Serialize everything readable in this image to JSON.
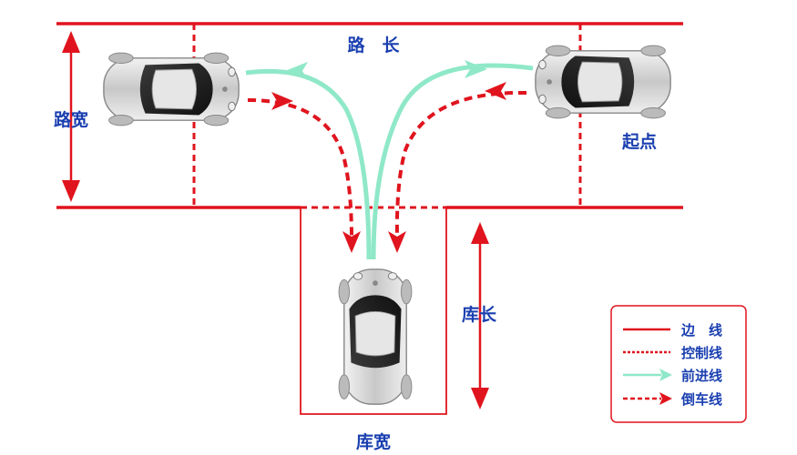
{
  "labels": {
    "road_length": "路　长",
    "road_width": "路宽",
    "start": "起点",
    "garage_length": "库长",
    "garage_width": "库宽"
  },
  "legend": {
    "items": [
      {
        "label": "边　线",
        "style": "solid-edge-line"
      },
      {
        "label": "控制线",
        "style": "dotted-control-line"
      },
      {
        "label": "前进线",
        "style": "green-forward-arrow"
      },
      {
        "label": "倒车线",
        "style": "red-dashed-reverse-arrow"
      }
    ]
  },
  "colors": {
    "edge": "#e0141e",
    "forward": "#8fe8c8",
    "reverse": "#e0141e",
    "text": "#1a3fb0"
  }
}
